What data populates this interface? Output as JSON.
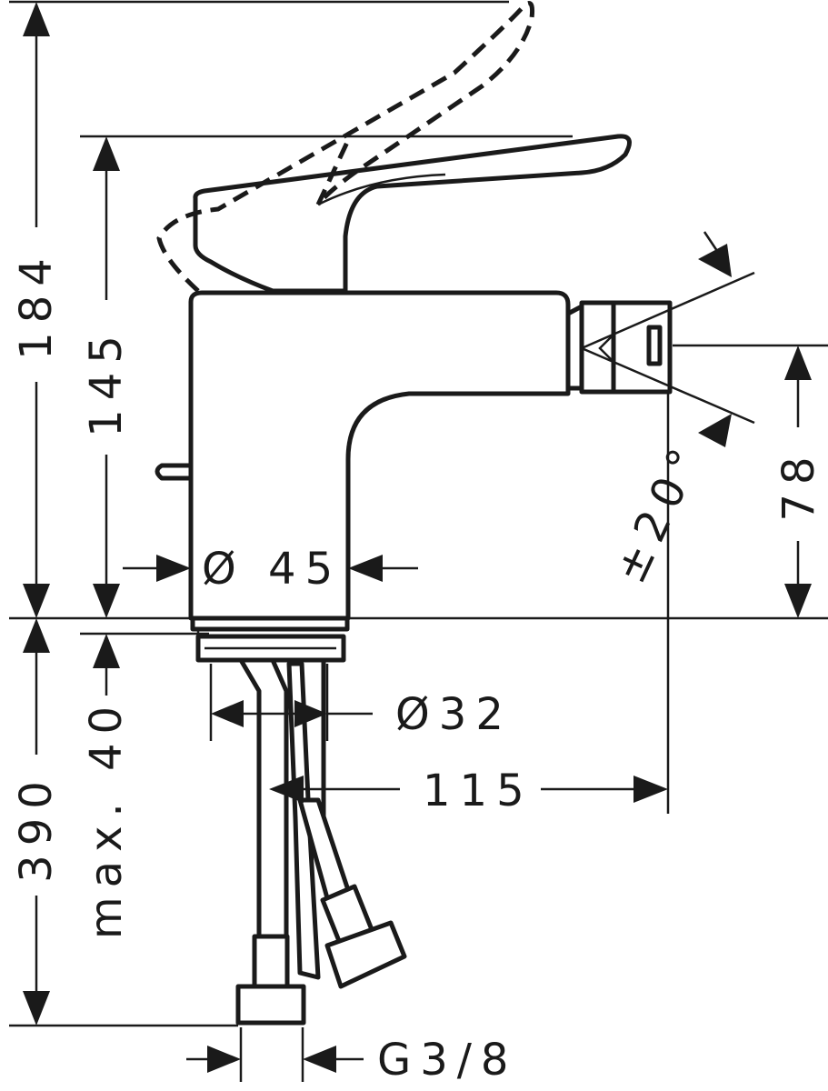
{
  "dimensions": {
    "overall_height": "184",
    "body_height": "145",
    "below_deck_length": "390",
    "max_deck_thickness": "max. 40",
    "body_diameter": "Ø 45",
    "shank_diameter": "Ø32",
    "spout_reach": "115",
    "outlet_height": "78",
    "outlet_tilt": "±20°",
    "connection_thread": "G3/8"
  },
  "colors": {
    "line": "#1a1a1a",
    "background": "#ffffff"
  }
}
